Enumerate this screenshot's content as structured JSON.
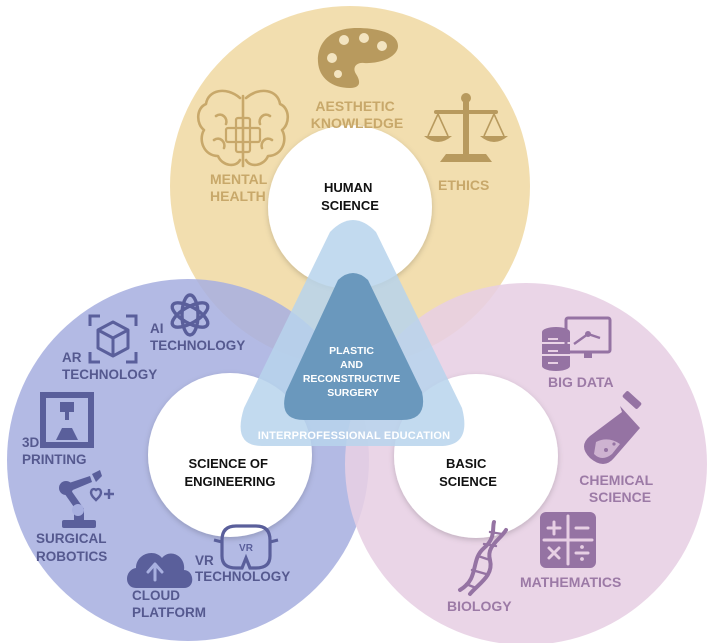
{
  "colors": {
    "human_ring": "#f1dba8",
    "engineering_ring": "#a8b0e0",
    "basic_ring": "#e7cfe4",
    "human_icon": "#b89a5e",
    "engineering_icon": "#5a5f9b",
    "basic_icon": "#9573a3",
    "center_triangle": "#6a98bd",
    "outer_triangle": "#b7d3ec"
  },
  "human_science": {
    "title": [
      "HUMAN",
      "SCIENCE"
    ],
    "items": {
      "aesthetic": [
        "AESTHETIC",
        "KNOWLEDGE"
      ],
      "mental": [
        "MENTAL",
        "HEALTH"
      ],
      "ethics": [
        "ETHICS"
      ]
    },
    "icons": [
      "palette-icon",
      "brain-icon",
      "scales-icon"
    ]
  },
  "science_of_engineering": {
    "title": [
      "SCIENCE OF",
      "ENGINEERING"
    ],
    "items": {
      "ai": [
        "AI",
        "TECHNOLOGY"
      ],
      "ar": [
        "AR",
        "TECHNOLOGY"
      ],
      "printing": [
        "3D",
        "PRINTING"
      ],
      "robotics": [
        "SURGICAL",
        "ROBOTICS"
      ],
      "vr": [
        "VR",
        "TECHNOLOGY"
      ],
      "cloud": [
        "CLOUD",
        "PLATFORM"
      ]
    },
    "icons": [
      "ai-logo-icon",
      "ar-cube-icon",
      "3d-printer-icon",
      "robot-arm-icon",
      "vr-headset-icon",
      "cloud-upload-icon"
    ],
    "vr_badge": "VR"
  },
  "basic_science": {
    "title": [
      "BASIC",
      "SCIENCE"
    ],
    "items": {
      "bigdata": [
        "BIG DATA"
      ],
      "chemical": [
        "CHEMICAL",
        "SCIENCE"
      ],
      "mathematics": [
        "MATHEMATICS"
      ],
      "biology": [
        "BIOLOGY"
      ]
    },
    "icons": [
      "database-icon",
      "flask-icon",
      "calculator-icon",
      "dna-icon"
    ]
  },
  "center": {
    "title": [
      "PLASTIC",
      "AND",
      "RECONSTRUCTIVE",
      "SURGERY"
    ],
    "band": "INTERPROFESSIONAL EDUCATION"
  }
}
